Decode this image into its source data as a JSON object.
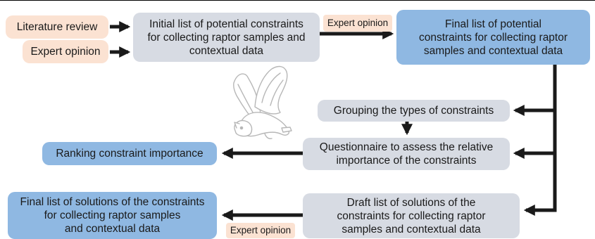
{
  "nodes": {
    "literature_review": "Literature review",
    "expert_opinion_1": "Expert opinion",
    "initial_list": "Initial list of potential constraints\nfor collecting raptor samples and\ncontextual data",
    "expert_opinion_2": "Expert opinion",
    "final_potential": "Final list of potential\nconstraints for collecting raptor\nsamples and contextual data",
    "grouping": "Grouping the types of constraints",
    "questionnaire": "Questionnaire to assess the relative\nimportance of the constraints",
    "ranking": "Ranking constraint importance",
    "draft_solutions": "Draft list of solutions of the\nconstraints for collecting raptor\nsamples and contextual data",
    "final_solutions": "Final list of solutions of the constraints\nfor collecting raptor samples\nand contextual data",
    "expert_opinion_3": "Expert opinion"
  },
  "colors": {
    "input": "#fbe2d2",
    "process": "#d7dbe3",
    "output": "#8fb8e2",
    "arrow": "#1a1a1a"
  },
  "illustration": "owl-in-flight"
}
